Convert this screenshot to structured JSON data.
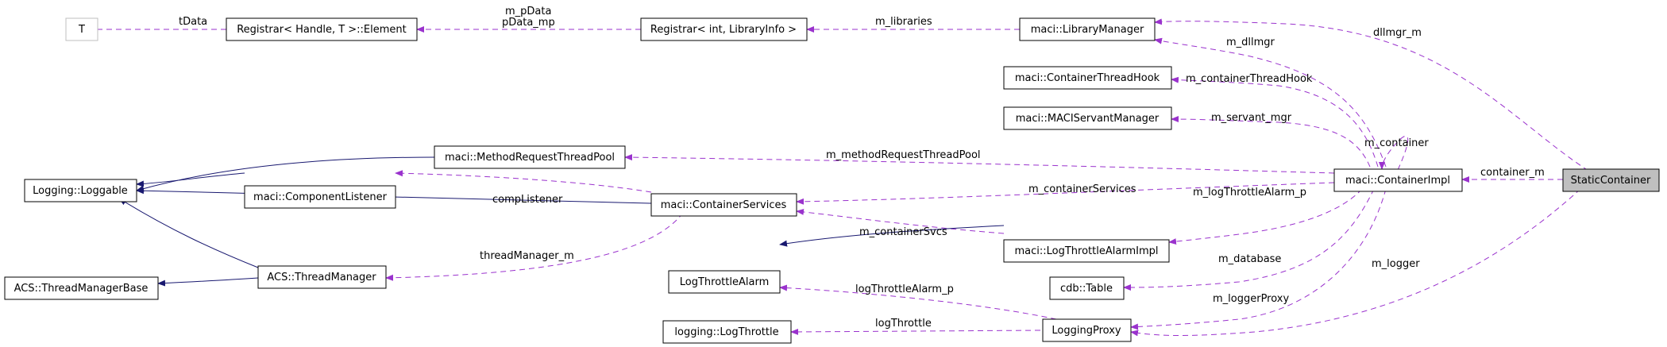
{
  "nodes": {
    "T": "T",
    "registrar_element": "Registrar< Handle, T >::Element",
    "registrar_libinfo": "Registrar< int, LibraryInfo >",
    "library_manager": "maci::LibraryManager",
    "container_thread_hook": "maci::ContainerThreadHook",
    "maci_servant_manager": "maci::MACIServantManager",
    "method_request_thread_pool": "maci::MethodRequestThreadPool",
    "container_impl": "maci::ContainerImpl",
    "static_container": "StaticContainer",
    "logging_loggable": "Logging::Loggable",
    "component_listener": "maci::ComponentListener",
    "container_services": "maci::ContainerServices",
    "acs_thread_manager_base": "ACS::ThreadManagerBase",
    "acs_thread_manager": "ACS::ThreadManager",
    "log_throttle_alarm": "LogThrottleAlarm",
    "log_throttle_alarm_impl": "maci::LogThrottleAlarmImpl",
    "cdb_table": "cdb::Table",
    "logging_log_throttle": "logging::LogThrottle",
    "logging_proxy": "LoggingProxy"
  },
  "edge_labels": {
    "tdata": "tData",
    "m_pdata": "m_pData",
    "pdata_mp": "pData_mp",
    "m_libraries": "m_libraries",
    "dllmgr_m": "dllmgr_m",
    "m_dllmgr": "m_dllmgr",
    "m_container_thread_hook": "m_containerThreadHook",
    "m_servant_mgr": "m_servant_mgr",
    "m_container": "m_container",
    "m_method_request_thread_pool": "m_methodRequestThreadPool",
    "container_m": "container_m",
    "m_container_services": "m_containerServices",
    "comp_listener": "compListener",
    "m_container_svcs": "m_containerSvcs",
    "m_log_throttle_alarm_p": "m_logThrottleAlarm_p",
    "thread_manager_m": "threadManager_m",
    "m_database": "m_database",
    "m_logger": "m_logger",
    "log_throttle_alarm_p": "logThrottleAlarm_p",
    "m_logger_proxy": "m_loggerProxy",
    "log_throttle": "logThrottle"
  }
}
